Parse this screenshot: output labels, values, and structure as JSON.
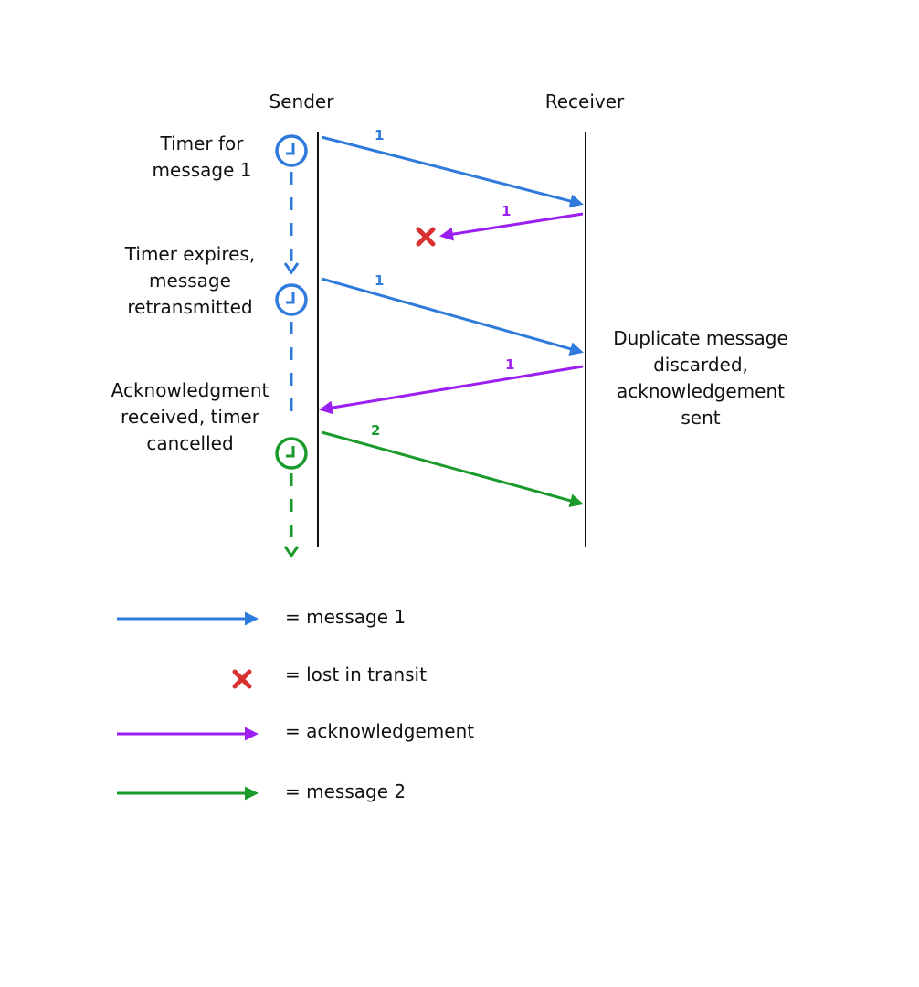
{
  "participants": {
    "sender": "Sender",
    "receiver": "Receiver"
  },
  "colors": {
    "message1": "#2f7bdc",
    "ack": "#9b1ff0",
    "message2": "#1a9a2a",
    "lost": "#d93030",
    "line": "#111111"
  },
  "annotations": {
    "timer_start": [
      "Timer for",
      "message 1"
    ],
    "timer_expires": [
      "Timer expires,",
      "message",
      "retransmitted"
    ],
    "ack_received": [
      "Acknowledgment",
      "received, timer",
      "cancelled"
    ],
    "duplicate": [
      "Duplicate message",
      "discarded,",
      "acknowledgement",
      "sent"
    ]
  },
  "messages": [
    {
      "label": "1",
      "kind": "message1"
    },
    {
      "label": "1",
      "kind": "ack"
    },
    {
      "label": "1",
      "kind": "message1"
    },
    {
      "label": "1",
      "kind": "ack"
    },
    {
      "label": "2",
      "kind": "message2"
    }
  ],
  "legend": [
    {
      "kind": "message1",
      "label": "= message 1"
    },
    {
      "kind": "lost",
      "label": "= lost in transit"
    },
    {
      "kind": "ack",
      "label": "= acknowledgement"
    },
    {
      "kind": "message2",
      "label": "= message 2"
    }
  ]
}
